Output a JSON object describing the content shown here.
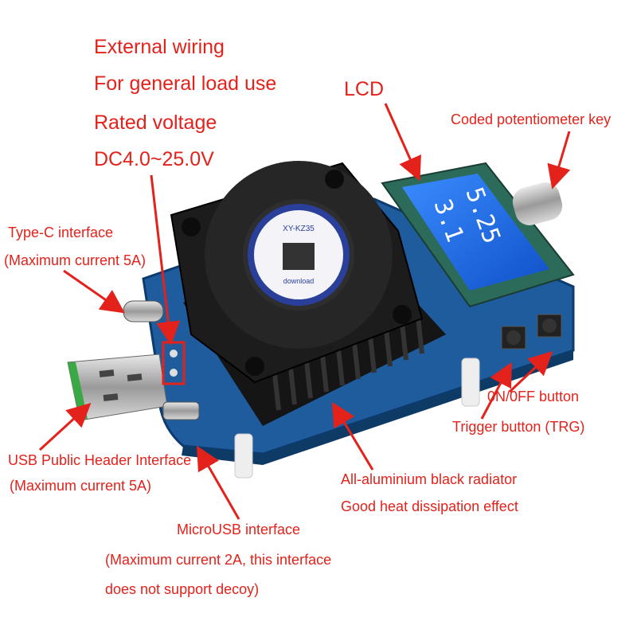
{
  "annotations": {
    "external_wiring": "External wiring",
    "general_load": "For general load use",
    "rated_voltage": "Rated voltage",
    "voltage_range": "DC4.0~25.0V",
    "lcd": "LCD",
    "potentiometer": "Coded potentiometer key",
    "typec": "Type-C interface",
    "typec_current": "(Maximum current 5A)",
    "onoff": "0N/0FF button",
    "trigger": "Trigger button (TRG)",
    "usb_header": "USB Public Header Interface",
    "usb_current": "(Maximum current 5A)",
    "radiator": "All-aluminium black radiator",
    "heat": "Good heat dissipation effect",
    "microusb": "MicroUSB interface",
    "microusb_note1": "(Maximum current 2A, this interface",
    "microusb_note2": "does not support decoy)"
  },
  "device": {
    "model_label": "XY-KZ35",
    "sticker_text": "download",
    "lcd_digits": [
      "5.25",
      "3.1"
    ]
  },
  "colors": {
    "annotation": "#e3221b",
    "pcb": "#1d5a9a",
    "lcd": "#1e6fe0",
    "fan": "#1c1c1c"
  }
}
